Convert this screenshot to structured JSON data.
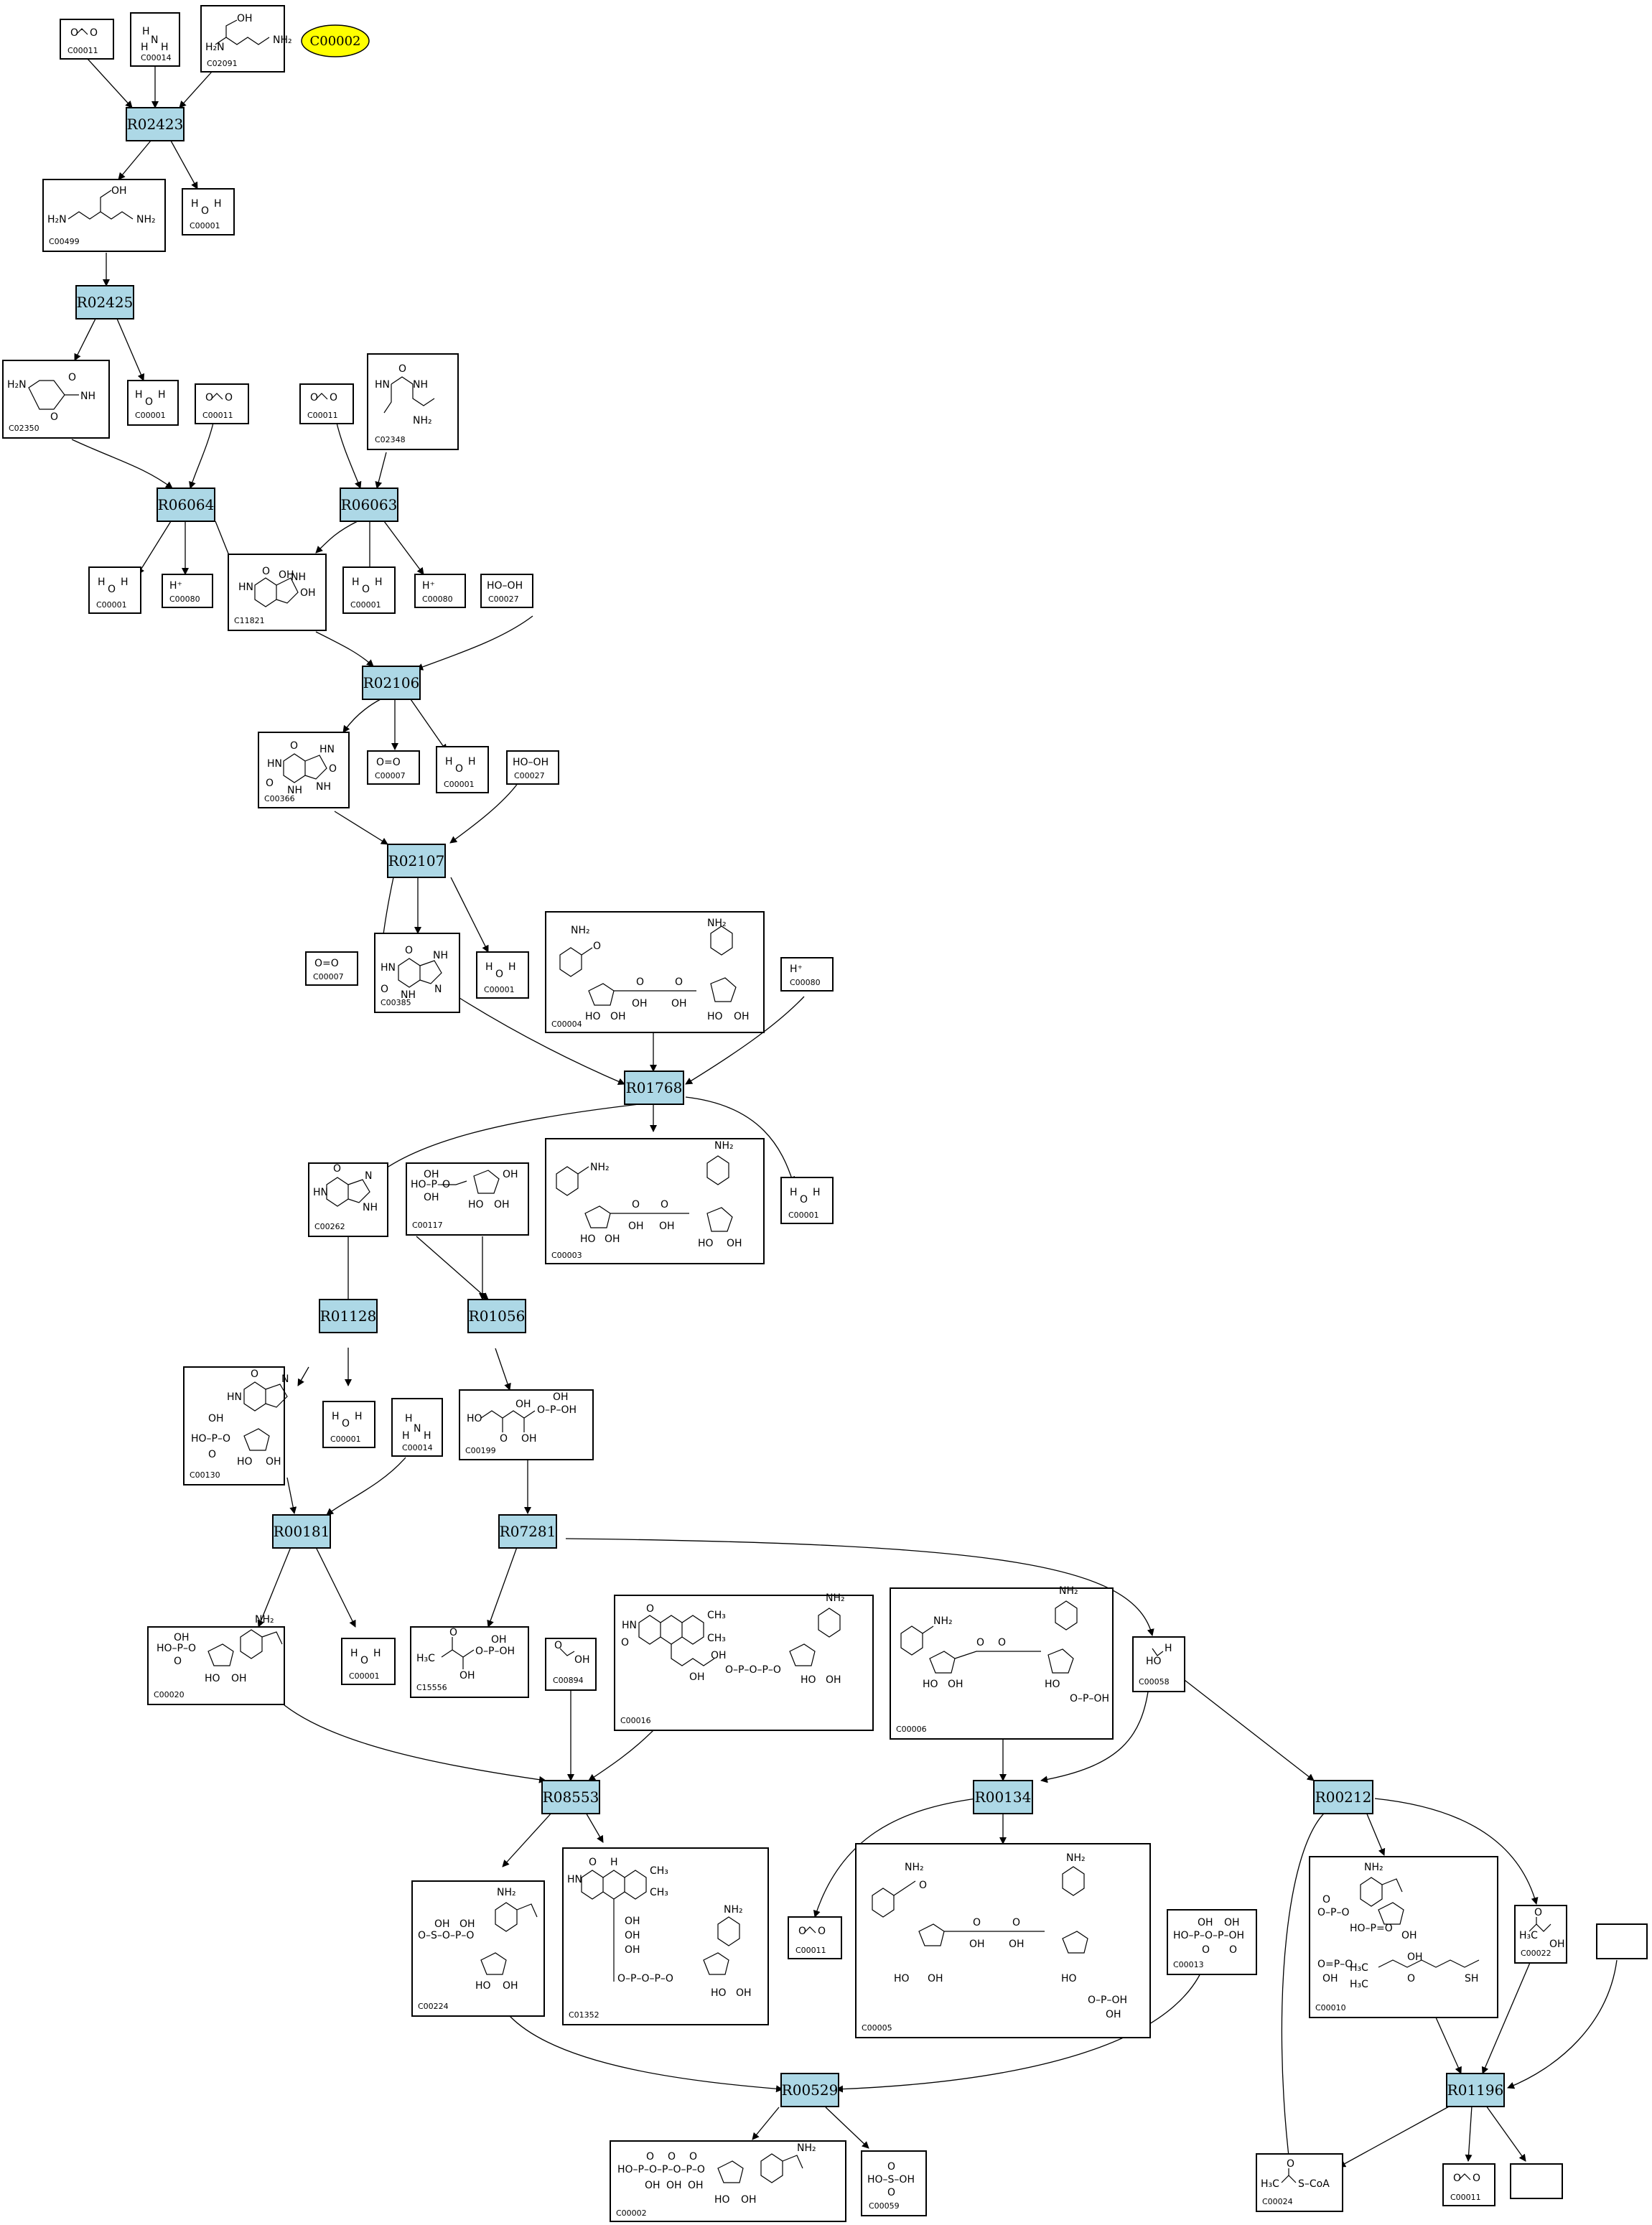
{
  "query": {
    "id": "C00002",
    "color": "#ffff00"
  },
  "colors": {
    "reaction_fill": "#add8e6",
    "compound_fill": "#ffffff",
    "stroke": "#000000"
  },
  "reactions": [
    {
      "id": "R02423",
      "label": "R02423"
    },
    {
      "id": "R02425",
      "label": "R02425"
    },
    {
      "id": "R06064",
      "label": "R06064"
    },
    {
      "id": "R06063",
      "label": "R06063"
    },
    {
      "id": "R02106",
      "label": "R02106"
    },
    {
      "id": "R02107",
      "label": "R02107"
    },
    {
      "id": "R01768",
      "label": "R01768"
    },
    {
      "id": "R01128",
      "label": "R01128"
    },
    {
      "id": "R01056",
      "label": "R01056"
    },
    {
      "id": "R00181",
      "label": "R00181"
    },
    {
      "id": "R07281",
      "label": "R07281"
    },
    {
      "id": "R08553",
      "label": "R08553"
    },
    {
      "id": "R00134",
      "label": "R00134"
    },
    {
      "id": "R00212",
      "label": "R00212"
    },
    {
      "id": "R00529",
      "label": "R00529"
    },
    {
      "id": "R01196",
      "label": "R01196"
    }
  ],
  "compounds": [
    {
      "key": "c00011_a",
      "label": "C00011"
    },
    {
      "key": "c00014_a",
      "label": "C00014"
    },
    {
      "key": "c02091",
      "label": "C02091"
    },
    {
      "key": "c00499",
      "label": "C00499"
    },
    {
      "key": "c00001_a",
      "label": "C00001"
    },
    {
      "key": "c02350",
      "label": "C02350"
    },
    {
      "key": "c00001_b",
      "label": "C00001"
    },
    {
      "key": "c00011_b",
      "label": "C00011"
    },
    {
      "key": "c00011_c",
      "label": "C00011"
    },
    {
      "key": "c02348",
      "label": "C02348"
    },
    {
      "key": "c00001_c",
      "label": "C00001"
    },
    {
      "key": "c00080_a",
      "label": "C00080"
    },
    {
      "key": "c11821",
      "label": "C11821"
    },
    {
      "key": "c00001_d",
      "label": "C00001"
    },
    {
      "key": "c00080_b",
      "label": "C00080"
    },
    {
      "key": "c00027_a",
      "label": "C00027"
    },
    {
      "key": "c00366",
      "label": "C00366"
    },
    {
      "key": "c00007_a",
      "label": "C00007"
    },
    {
      "key": "c00001_e",
      "label": "C00001"
    },
    {
      "key": "c00027_b",
      "label": "C00027"
    },
    {
      "key": "c00007_b",
      "label": "C00007"
    },
    {
      "key": "c00385",
      "label": "C00385"
    },
    {
      "key": "c00001_f",
      "label": "C00001"
    },
    {
      "key": "c00004",
      "label": "C00004"
    },
    {
      "key": "c00080_c",
      "label": "C00080"
    },
    {
      "key": "c00262",
      "label": "C00262"
    },
    {
      "key": "c00117",
      "label": "C00117"
    },
    {
      "key": "c00003",
      "label": "C00003"
    },
    {
      "key": "c00001_g",
      "label": "C00001"
    },
    {
      "key": "c00130",
      "label": "C00130"
    },
    {
      "key": "c00001_h",
      "label": "C00001"
    },
    {
      "key": "c00014_b",
      "label": "C00014"
    },
    {
      "key": "c00199",
      "label": "C00199"
    },
    {
      "key": "c00020",
      "label": "C00020"
    },
    {
      "key": "c00001_i",
      "label": "C00001"
    },
    {
      "key": "c15556",
      "label": "C15556"
    },
    {
      "key": "c00894",
      "label": "C00894"
    },
    {
      "key": "c00016",
      "label": "C00016"
    },
    {
      "key": "c00006",
      "label": "C00006"
    },
    {
      "key": "c00058",
      "label": "C00058"
    },
    {
      "key": "c00224",
      "label": "C00224"
    },
    {
      "key": "c01352",
      "label": "C01352"
    },
    {
      "key": "c00011_d",
      "label": "C00011"
    },
    {
      "key": "c00005",
      "label": "C00005"
    },
    {
      "key": "c00013",
      "label": "C00013"
    },
    {
      "key": "c00010",
      "label": "C00010"
    },
    {
      "key": "c00022",
      "label": "C00022"
    },
    {
      "key": "c00002",
      "label": "C00002"
    },
    {
      "key": "c00059",
      "label": "C00059"
    },
    {
      "key": "c00024",
      "label": "C00024"
    },
    {
      "key": "c00011_e",
      "label": "C00011"
    }
  ],
  "formulas": {
    "hydrogen_peroxide_a": "HO–OH",
    "hydrogen_peroxide_b": "HO–OH",
    "oxygen_a": "O=O",
    "oxygen_b": "O=O",
    "proton_a": "H⁺",
    "proton_b": "H⁺",
    "proton_c": "H⁺"
  }
}
